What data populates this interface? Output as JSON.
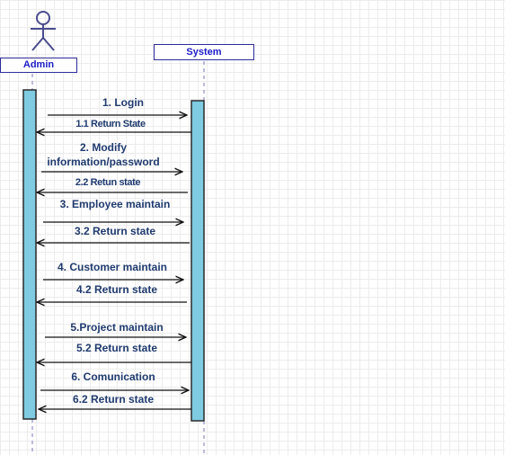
{
  "actors": [
    {
      "name": "Admin"
    },
    {
      "name": "System"
    }
  ],
  "messages": [
    {
      "lines": [
        "1. Login"
      ],
      "direction": "to-system"
    },
    {
      "lines": [
        "1.1 Return State"
      ],
      "direction": "to-admin"
    },
    {
      "lines": [
        "2. Modify",
        "information/password"
      ],
      "direction": "to-system"
    },
    {
      "lines": [
        "2.2 Retun state"
      ],
      "direction": "to-admin"
    },
    {
      "lines": [
        "3. Employee maintain"
      ],
      "direction": "to-system"
    },
    {
      "lines": [
        "3.2 Return state"
      ],
      "direction": "to-admin"
    },
    {
      "lines": [
        "4. Customer maintain"
      ],
      "direction": "to-system"
    },
    {
      "lines": [
        "4.2 Return state"
      ],
      "direction": "to-admin"
    },
    {
      "lines": [
        "5.Project maintain"
      ],
      "direction": "to-system"
    },
    {
      "lines": [
        "5.2 Return state"
      ],
      "direction": "to-admin"
    },
    {
      "lines": [
        "6. Comunication"
      ],
      "direction": "to-system"
    },
    {
      "lines": [
        "6.2 Return state"
      ],
      "direction": "to-admin"
    }
  ],
  "colors": {
    "activation_fill": "#7ecbe2",
    "activation_stroke": "#2a2a2a",
    "actor_stroke": "#4b4b8f",
    "arrow": "#111111",
    "lifeline": "#7a7ab8"
  }
}
